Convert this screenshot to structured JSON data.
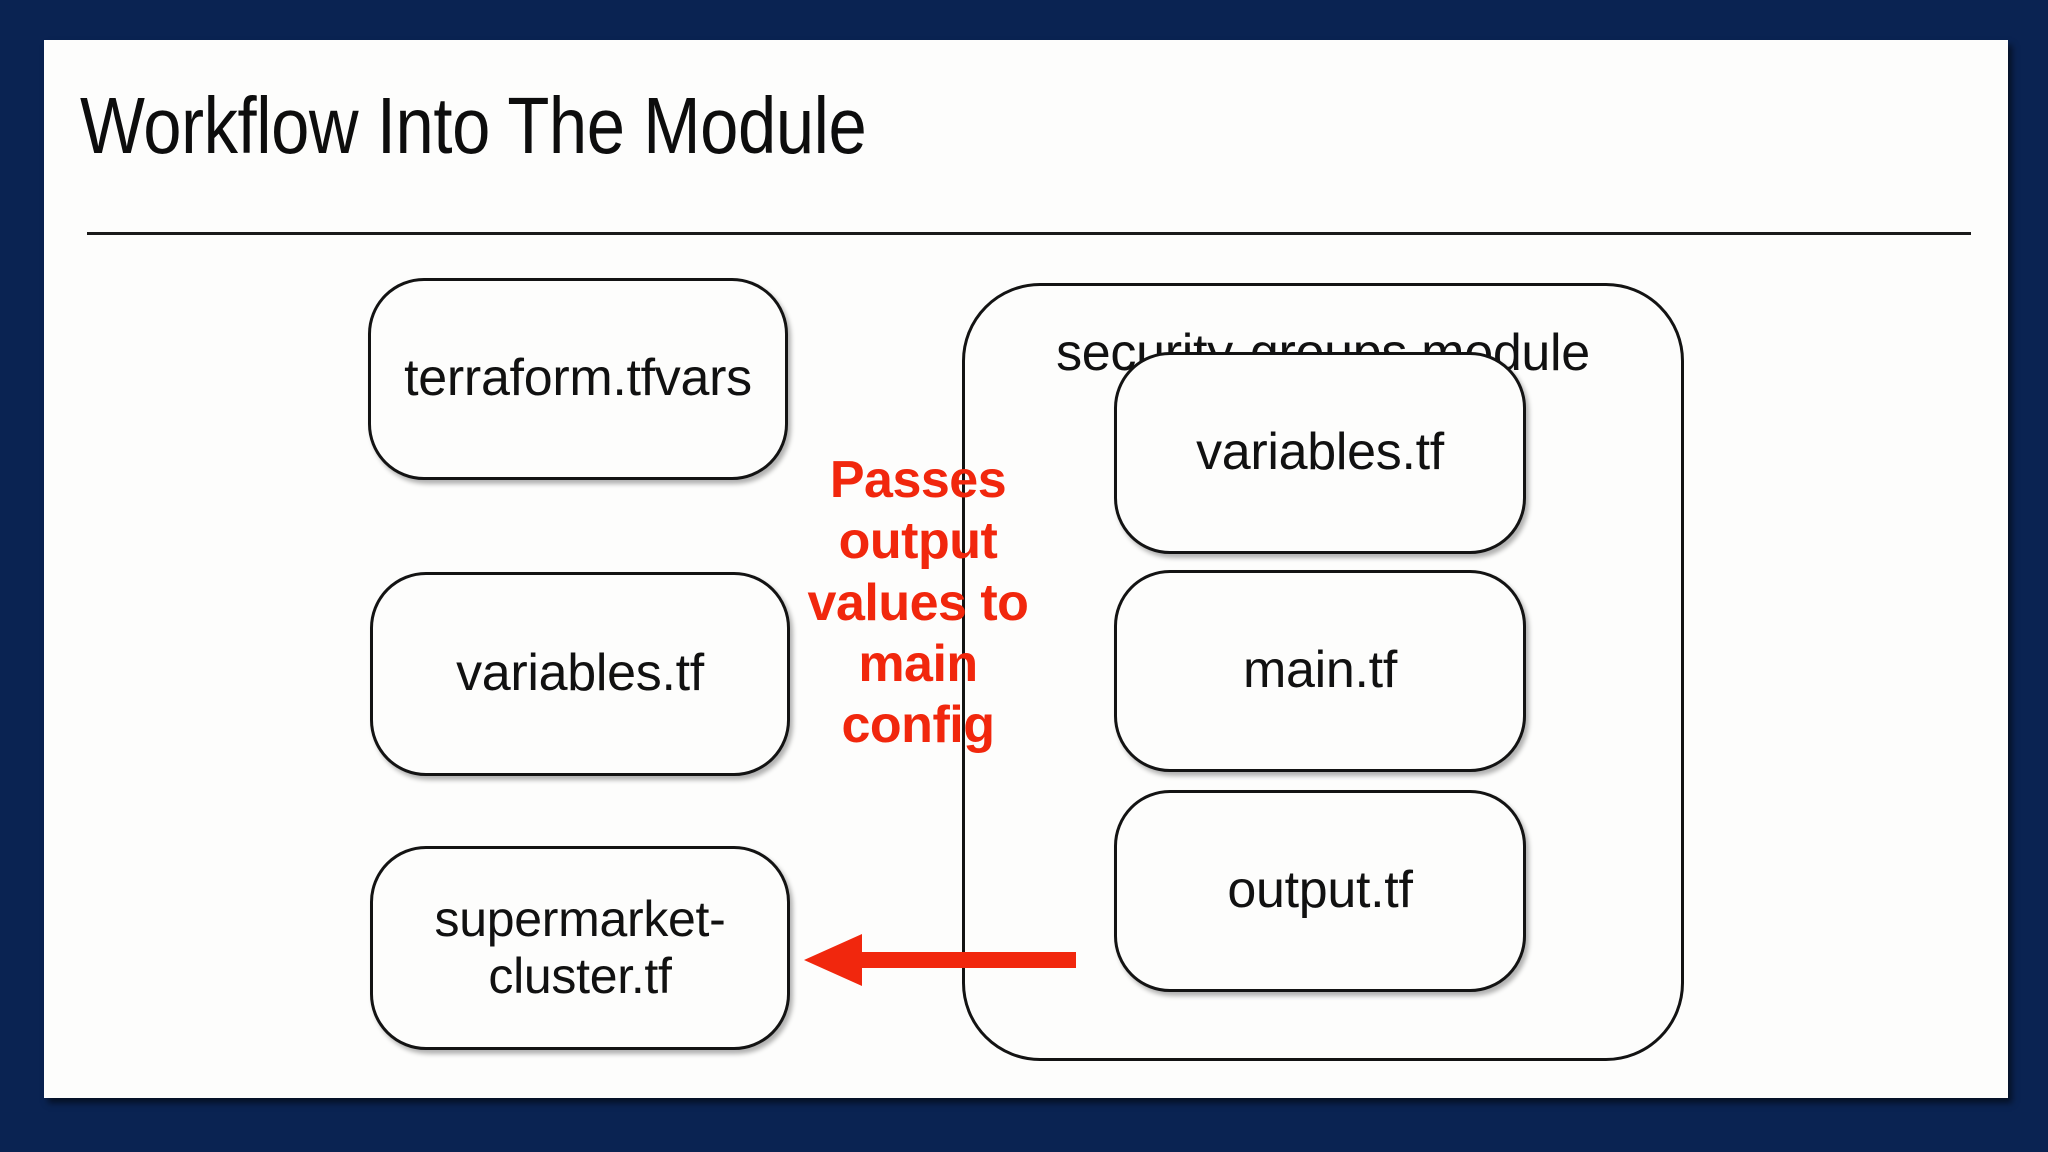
{
  "slide": {
    "title": "Workflow Into The Module",
    "background_color": "#0a2352",
    "card_color": "#fdfdfc"
  },
  "diagram": {
    "type": "flow-diagram",
    "accent_color": "#f1270d",
    "left_column": [
      {
        "id": "tfvars",
        "label": "terraform.tfvars"
      },
      {
        "id": "variables-left",
        "label": "variables.tf"
      },
      {
        "id": "supermarket-cluster",
        "label": "supermarket-\ncluster.tf"
      }
    ],
    "module": {
      "label": "security-groups module",
      "children": [
        {
          "id": "variables-module",
          "label": "variables.tf"
        },
        {
          "id": "main",
          "label": "main.tf"
        },
        {
          "id": "output",
          "label": "output.tf"
        }
      ]
    },
    "annotation": {
      "text": "Passes output values to main config",
      "color": "#f1270d",
      "arrow": {
        "direction": "left",
        "from": "output.tf",
        "to": "supermarket-cluster.tf",
        "color": "#f1270d"
      }
    }
  }
}
